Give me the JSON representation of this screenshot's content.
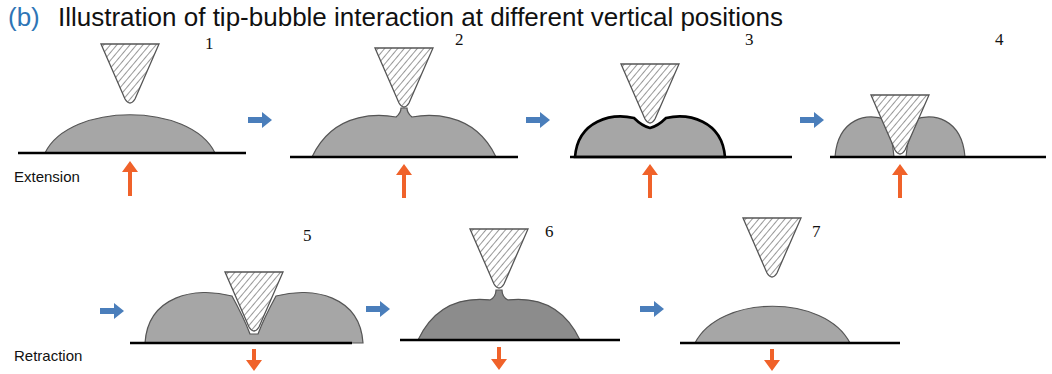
{
  "diagram": {
    "title": "Illustration of tip-bubble interaction at different vertical positions",
    "labels": [
      "(b)",
      "1",
      "2",
      "3",
      "4",
      "Extension",
      "5",
      "6",
      "7",
      "Retraction"
    ]
  }
}
